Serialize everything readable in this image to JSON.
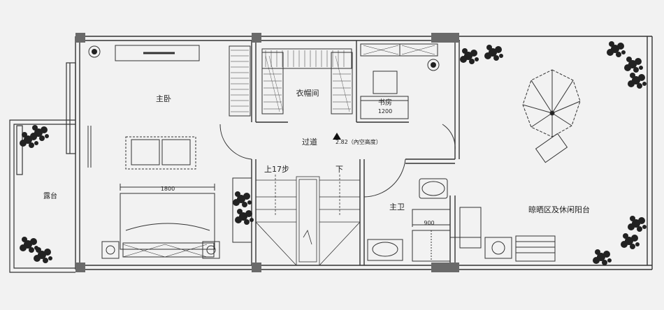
{
  "rooms": {
    "master_bedroom": "主卧",
    "walk_in_closet": "衣帽间",
    "study": "书房",
    "corridor": "过道",
    "terrace": "露台",
    "master_bath": "主卫",
    "balcony": "晾晒区及休闲阳台"
  },
  "annotations": {
    "stairs_up": "上17步",
    "stairs_down": "下",
    "ceiling_height": "2.82（內空高度）"
  },
  "dimensions": {
    "bed_width": "1800",
    "desk_width": "1200",
    "shower_width": "900"
  },
  "icons": [
    "level-marker-icon",
    "plant-icon",
    "umbrella-icon",
    "toilet-icon",
    "washbasin-icon"
  ],
  "colors": {
    "wall": "#5a5a5a",
    "column": "#6a6a6a",
    "line": "#333333",
    "background": "#f2f2f2"
  }
}
